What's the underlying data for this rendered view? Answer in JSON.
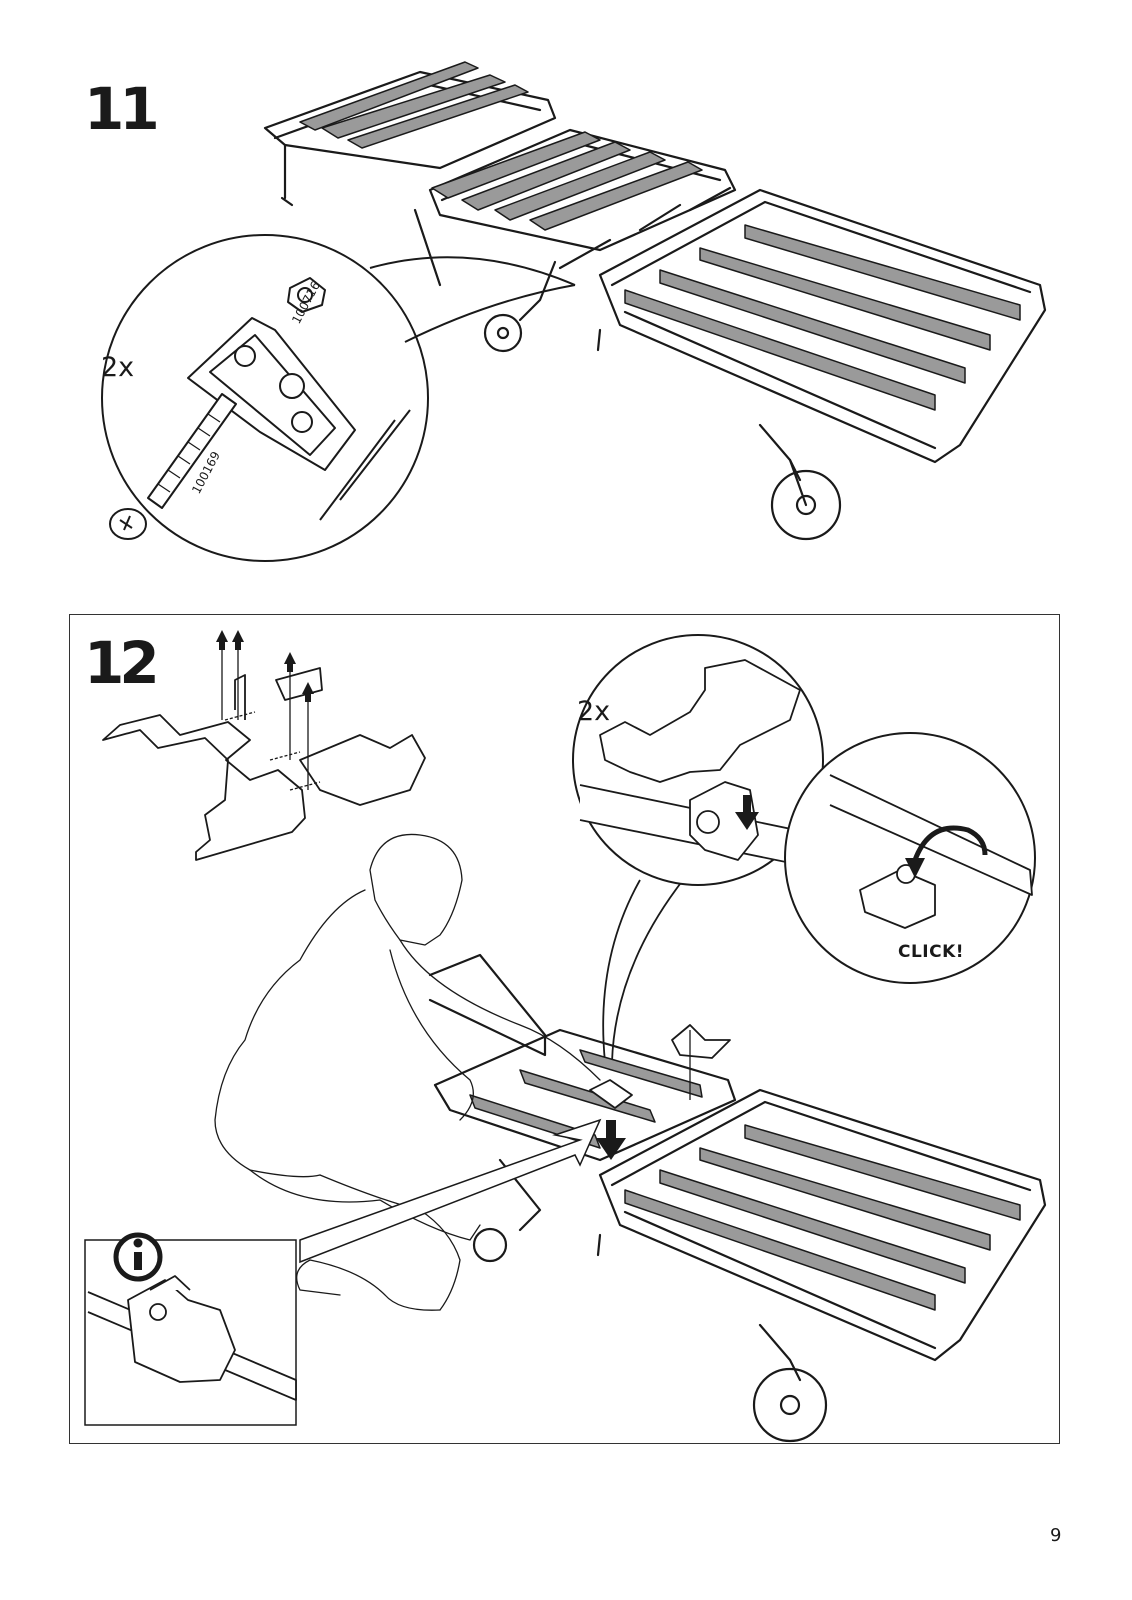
{
  "steps": [
    {
      "number": "11",
      "quantity": "2x",
      "parts": [
        {
          "id": "nut",
          "part_number": "100716"
        },
        {
          "id": "bolt",
          "part_number": "100169"
        }
      ]
    },
    {
      "number": "12",
      "quantity": "2x",
      "click_text": "CLICK!"
    }
  ],
  "page_number": "9",
  "colors": {
    "line": "#1a1a1a",
    "strap": "#9a9a9a",
    "fill": "#ffffff"
  },
  "icons": [
    "info-icon",
    "down-arrow-icon",
    "up-arrow-icon",
    "rotate-arrow-icon"
  ]
}
